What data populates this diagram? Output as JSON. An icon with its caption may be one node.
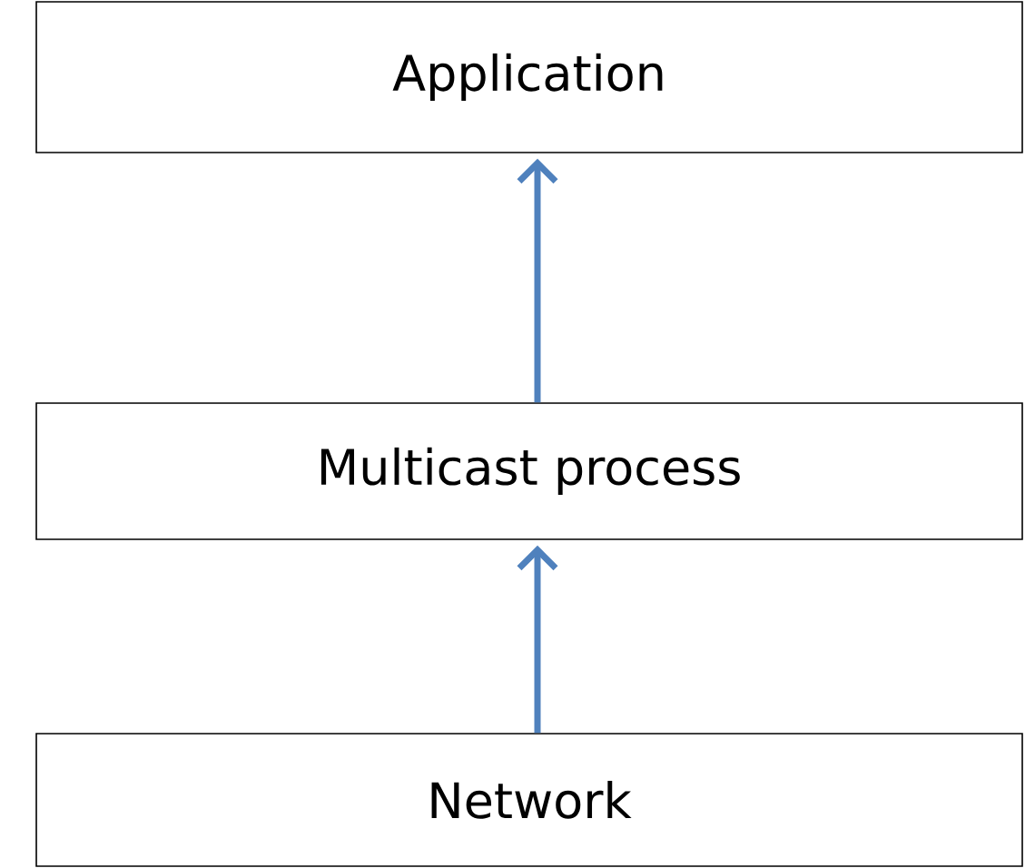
{
  "diagram": {
    "nodes": [
      {
        "text": [
          "Application"
        ]
      },
      {
        "text": [
          "Multicast process"
        ]
      },
      {
        "text": [
          "Network"
        ]
      }
    ],
    "edges": [
      {
        "from": 2,
        "to": 1,
        "arrow": "to"
      },
      {
        "from": 1,
        "to": 0,
        "arrow": "to"
      }
    ]
  }
}
